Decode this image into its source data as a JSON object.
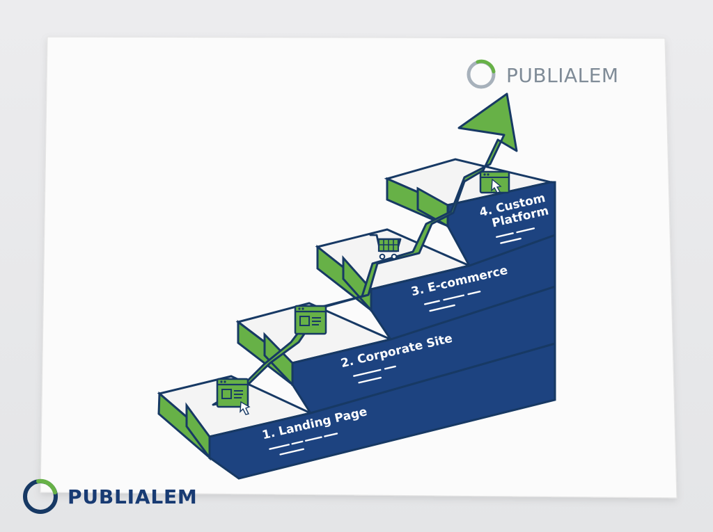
{
  "branding": {
    "top_logo_text": "PUBLIALEM",
    "bottom_logo_text": "PUBLIALEM"
  },
  "steps": [
    {
      "label": "1. Landing Page"
    },
    {
      "label": "2. Corporate Site"
    },
    {
      "label": "3. E-commerce"
    },
    {
      "label_line1": "4. Custom",
      "label_line2": "Platform"
    }
  ],
  "colors": {
    "navy": "#1d4380",
    "green": "#67b147",
    "light_gray": "#f2f2f2",
    "outline": "#173964"
  },
  "icons": [
    "website-icon",
    "layout-icon",
    "shopping-cart-icon",
    "browser-cursor-icon",
    "growth-arrow-icon"
  ]
}
